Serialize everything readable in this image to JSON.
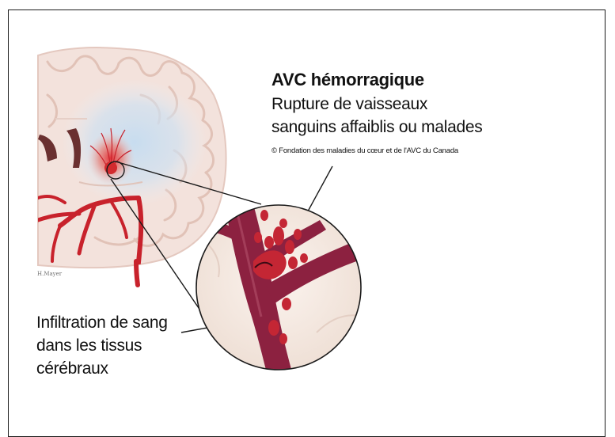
{
  "heading": {
    "title": "AVC hémorragique",
    "subtitle_lines": [
      "Rupture de vaisseaux",
      "sanguins affaiblis ou malades"
    ],
    "copyright": "© Fondation des maladies du cœur et de l'AVC du Canada"
  },
  "callout": {
    "lines": [
      "Infiltration de sang",
      "dans les tissus",
      "cérébraux"
    ]
  },
  "illustration": {
    "signature": "H.Mayer",
    "colors": {
      "brain_tissue": "#f3e2dc",
      "gyri_outline": "#e3c6bc",
      "artery": "#c8222c",
      "vessel_dark": "#8a1f3c",
      "blood_clot": "#c42634",
      "ventricle": "#5a2a2a",
      "diffusion_blue": "#bcd6ec"
    }
  }
}
